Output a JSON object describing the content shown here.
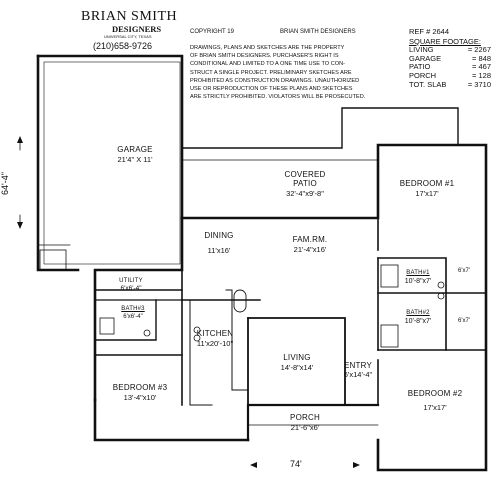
{
  "header": {
    "company_line1": "BRIAN SMITH",
    "company_line2": "DESIGNERS",
    "company_location": "UNIVERSAL CITY, TEXAS",
    "phone": "(210)658-9726",
    "copyright_label": "COPYRIGHT 19",
    "copyright_owner": "BRIAN SMITH DESIGNERS",
    "notice_lines": [
      "DRAWINGS, PLANS AND SKETCHES ARE THE PROPERTY",
      "OF BRIAN SMITH DESIGNERS.  PURCHASER'S RIGHT IS",
      "CONDITIONAL AND LIMITED TO A ONE TIME USE TO CON-",
      "STRUCT A SINGLE PROJECT.  PRELIMINARY SKETCHES ARE",
      "PROHIBITED AS CONSTRUCTION DRAWINGS.  UNAUTHORIZED",
      "USE OR REPRODUCTION OF THESE PLANS AND SKETCHES",
      "ARE STRICTLY PROHIBITED.  VIOLATORS WILL BE PROSECUTED."
    ]
  },
  "stats": {
    "ref": "REF # 2644",
    "heading": "SQUARE FOOTAGE:",
    "rows": [
      {
        "label": "LIVING",
        "value": "= 2267"
      },
      {
        "label": "GARAGE",
        "value": "= 848"
      },
      {
        "label": "PATIO",
        "value": "= 467"
      },
      {
        "label": "PORCH",
        "value": "= 128"
      },
      {
        "label": "TOT. SLAB",
        "value": "= 3710"
      }
    ]
  },
  "dimensions": {
    "depth": "64'-4\"",
    "width": "74'"
  },
  "rooms": {
    "garage": {
      "name": "GARAGE",
      "size": "21'4\" X 11'"
    },
    "covered_patio": {
      "name": "COVERED",
      "name2": "PATIO",
      "size": "32'-4\"x9'-8\""
    },
    "bedroom1": {
      "name": "BEDROOM #1",
      "size": "17'x17'"
    },
    "dining": {
      "name": "DINING",
      "size": "11'x16'"
    },
    "family": {
      "name": "FAM.RM.",
      "size": "21'-4\"x16'"
    },
    "bath1": {
      "name": "BATH#1",
      "size": "10'-8\"x7'"
    },
    "closet1": {
      "size": "6'x7'"
    },
    "bath2": {
      "name": "BATH#2",
      "size": "10'-8\"x7'"
    },
    "closet2": {
      "size": "6'x7'"
    },
    "utility": {
      "name": "UTILITY",
      "size": "6'x6'-4\""
    },
    "bath3": {
      "name": "BATH#3",
      "size": "6'x6'-4\""
    },
    "kitchen": {
      "name": "KITCHEN",
      "size": "11'x20'-10\""
    },
    "living": {
      "name": "LIVING",
      "size": "14'-8\"x14'"
    },
    "entry": {
      "name": "ENTRY",
      "size": "6'x14'-4\""
    },
    "bedroom3": {
      "name": "BEDROOM #3",
      "size": "13'-4\"x10'"
    },
    "bedroom2": {
      "name": "BEDROOM #2",
      "size": "17'x17'"
    },
    "porch": {
      "name": "PORCH",
      "size": "21'-6\"x6'"
    }
  }
}
